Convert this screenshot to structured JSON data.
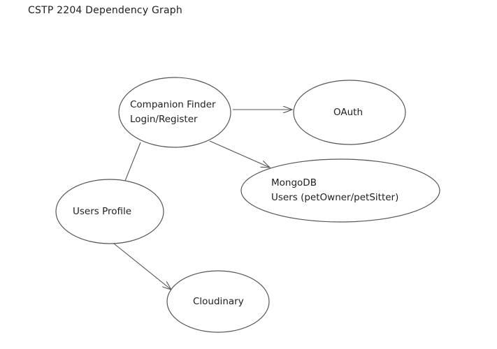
{
  "title": "CSTP 2204 Dependency Graph",
  "colors": {
    "stroke": "#555555",
    "text": "#1e1e1e",
    "background": "#ffffff"
  },
  "nodes": {
    "login": {
      "line1": "Companion Finder",
      "line2": "Login/Register"
    },
    "oauth": {
      "line1": "OAuth"
    },
    "mongodb": {
      "line1": "MongoDB",
      "line2": "Users (petOwner/petSitter)"
    },
    "profile": {
      "line1": "Users Profile"
    },
    "cloudinary": {
      "line1": "Cloudinary"
    }
  },
  "edges": [
    {
      "from": "Companion Finder Login/Register",
      "to": "OAuth",
      "arrow": true
    },
    {
      "from": "Companion Finder Login/Register",
      "to": "MongoDB",
      "arrow": true
    },
    {
      "from": "Companion Finder Login/Register",
      "to": "Users Profile",
      "arrow": false
    },
    {
      "from": "Users Profile",
      "to": "Cloudinary",
      "arrow": true
    }
  ]
}
